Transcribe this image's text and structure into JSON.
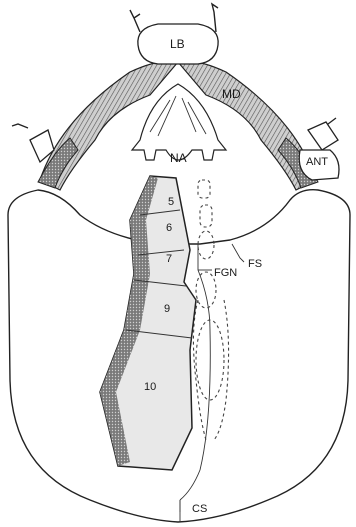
{
  "labels": {
    "lb": "LB",
    "md": "MD",
    "na": "NA",
    "ant": "ANT",
    "fs": "FS",
    "fgn": "FGN",
    "cs": "CS",
    "seg5": "5",
    "seg6": "6",
    "seg7": "7",
    "seg9": "9",
    "seg10": "10"
  }
}
